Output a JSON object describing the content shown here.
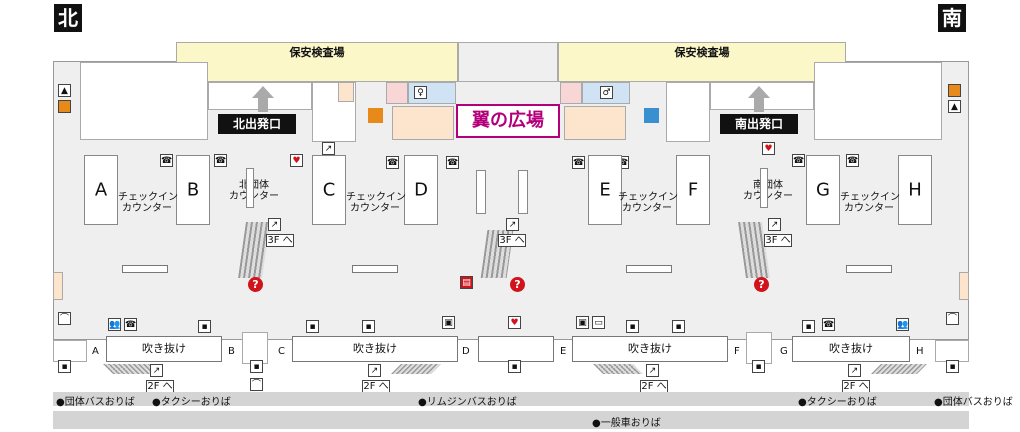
{
  "directions": {
    "north": "北",
    "south": "南"
  },
  "security": {
    "north": "保安検査場",
    "south": "保安検査場"
  },
  "exits": {
    "north": "北出発口",
    "south": "南出発口"
  },
  "plaza": "翼の広場",
  "counters": [
    "A",
    "B",
    "C",
    "D",
    "E",
    "F",
    "G",
    "H"
  ],
  "checkin_label": "チェックイン\nカウンター",
  "group_north": "北団体\nカウンター",
  "group_south": "南団体\nカウンター",
  "floor_tag": "3F へ",
  "floor_tag2": "2F へ",
  "void_label": "吹き抜け",
  "gates": [
    "A",
    "B",
    "C",
    "D",
    "E",
    "F",
    "G",
    "H"
  ],
  "info_mark": "?",
  "aed_mark": "AED",
  "roads": {
    "group_bus_left": "●団体バスおりば",
    "taxi_left": "●タクシーおりば",
    "limousine": "●リムジンバスおりば",
    "taxi_right": "●タクシーおりば",
    "group_bus_right": "●団体バスおりば",
    "general_car": "●一般車おりば"
  },
  "icons": [
    "phone-icon",
    "elevator-icon",
    "restroom-icon",
    "locker-icon",
    "smoking-icon",
    "nursing-room-icon",
    "aed-icon",
    "information-icon"
  ]
}
